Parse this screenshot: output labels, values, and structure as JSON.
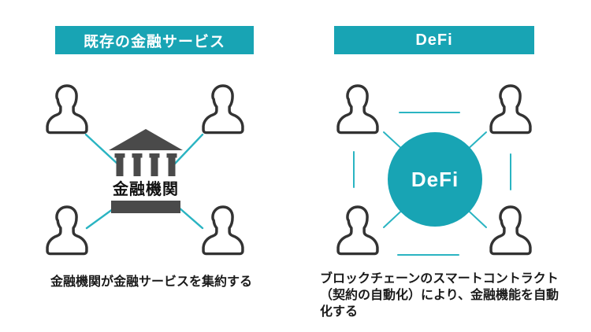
{
  "colors": {
    "teal_primary": "#18a4b4",
    "teal_connector": "#2ab4c2",
    "icon_dark_gray": "#4a4a4a",
    "person_outline": "#333333",
    "text_black": "#1a1a1a",
    "background": "#ffffff",
    "banner_text": "#ffffff"
  },
  "icons": {
    "person": "user-bust-outline",
    "bank": "bank-building-columns",
    "defi_hub": "filled-teal-circle"
  },
  "left_panel": {
    "title": "既存の金融サービス",
    "center_label": "金融機関",
    "caption": "金融機関が金融サービスを集約する"
  },
  "right_panel": {
    "title": "DeFi",
    "center_label": "DeFi",
    "caption_lines": [
      "ブロックチェーンのスマートコントラクト",
      "（契約の自動化）により、金融機能を自動",
      "化する"
    ]
  }
}
